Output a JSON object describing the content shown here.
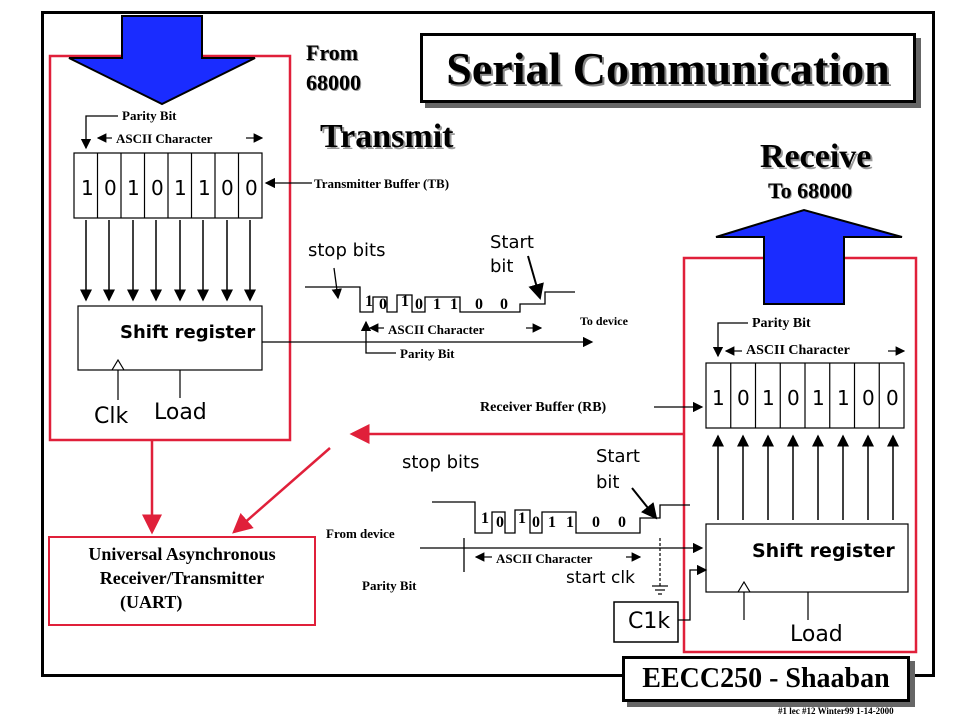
{
  "title": "Serial Communication",
  "transmit": {
    "heading": "Transmit",
    "from_label_1": "From",
    "from_label_2": "68000",
    "parity_bit": "Parity Bit",
    "ascii_character": "ASCII Character",
    "bits": [
      "1",
      "0",
      "1",
      "0",
      "1",
      "1",
      "0",
      "0"
    ],
    "buffer_label": "Transmitter Buffer (TB)",
    "shift_register": "Shift register",
    "clk": "Clk",
    "load": "Load",
    "stop_bits": "stop bits",
    "start_bit_1": "Start",
    "start_bit_2": "bit",
    "wave_bits": [
      "1",
      "0",
      "1",
      "0",
      "1",
      "1",
      "0",
      "0"
    ],
    "wave_ascii": "ASCII Character",
    "wave_parity": "Parity Bit",
    "to_device": "To device"
  },
  "receive": {
    "heading": "Receive",
    "to_label": "To  68000",
    "parity_bit": "Parity Bit",
    "ascii_character": "ASCII Character",
    "bits": [
      "1",
      "0",
      "1",
      "0",
      "1",
      "1",
      "0",
      "0"
    ],
    "buffer_label": "Receiver Buffer (RB)",
    "shift_register": "Shift register",
    "clk": "C1k",
    "load": "Load",
    "stop_bits": "stop bits",
    "start_bit_1": "Start",
    "start_bit_2": "bit",
    "wave_bits": [
      "1",
      "0",
      "1",
      "0",
      "1",
      "1",
      "0",
      "0"
    ],
    "wave_ascii": "ASCII Character",
    "from_device": "From device",
    "wave_parity": "Parity Bit",
    "start_clk": "start clk"
  },
  "uart": {
    "line1": "Universal Asynchronous",
    "line2": "Receiver/Transmitter",
    "line3": "(UART)"
  },
  "badge": "EECC250 - Shaaban",
  "footer": "#1  lec #12  Winter99  1-14-2000",
  "colors": {
    "box_red": "#e0203a",
    "arrow_blue": "#1a2cff",
    "line": "#000000"
  }
}
